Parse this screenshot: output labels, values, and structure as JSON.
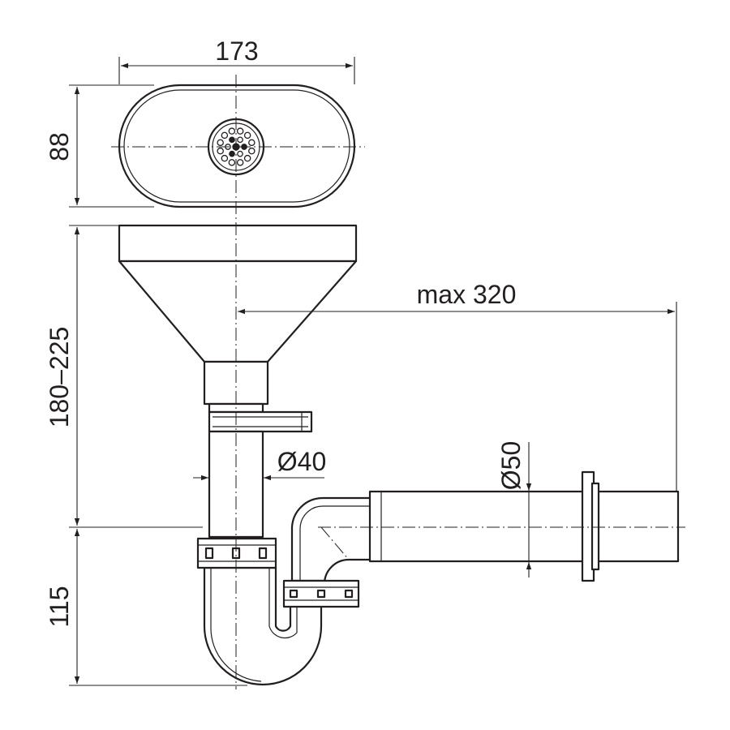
{
  "dimensions": {
    "width": "173",
    "height": "88",
    "funnel_height": "180–225",
    "trap_height": "115",
    "max_reach": "max 320",
    "inlet_diameter": "Ø40",
    "outlet_diameter": "Ø50"
  },
  "colors": {
    "line": "#231f20",
    "background": "#ffffff"
  }
}
